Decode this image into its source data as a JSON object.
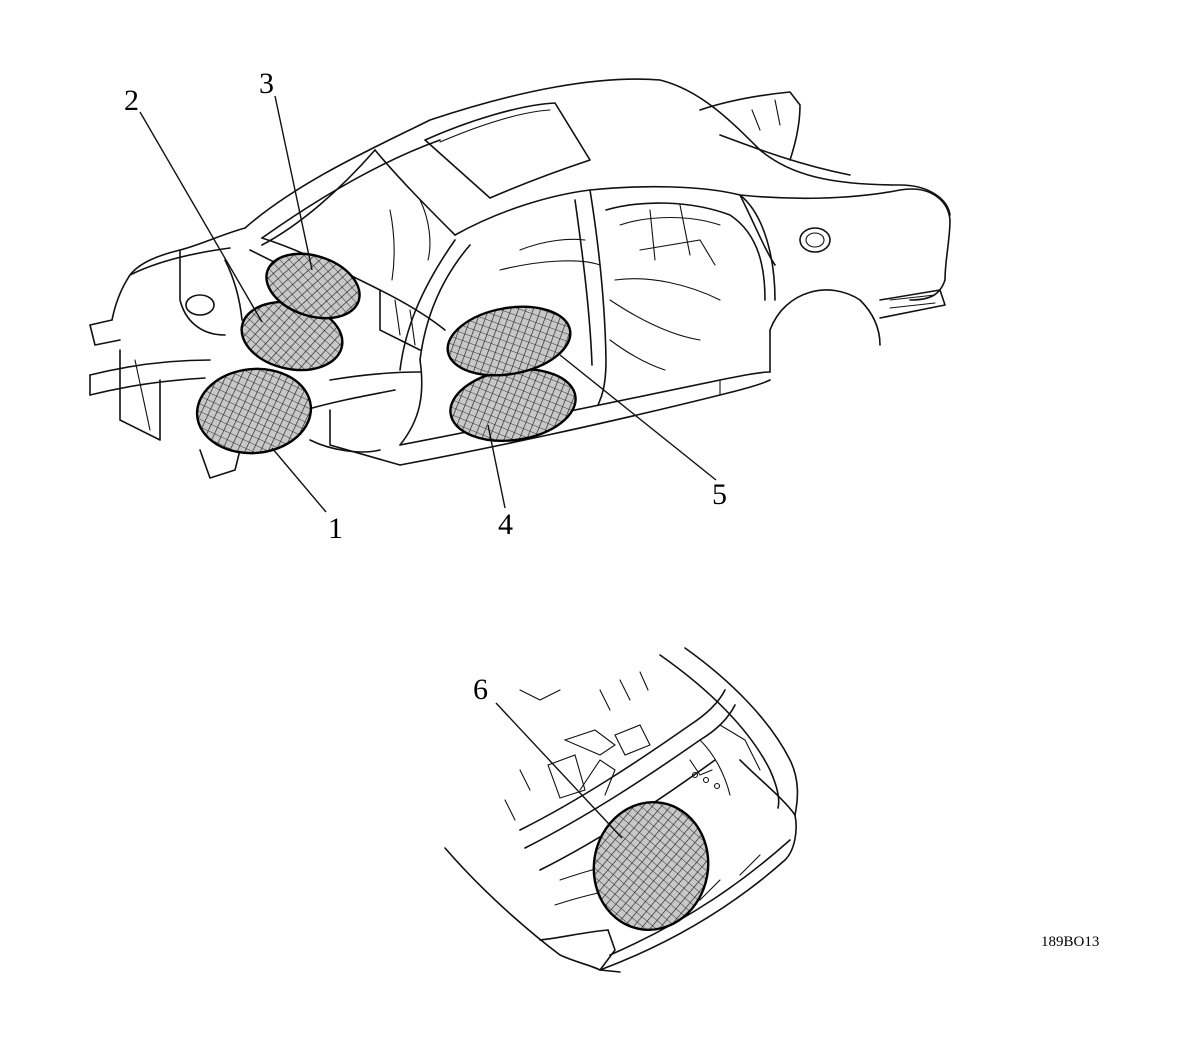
{
  "diagram": {
    "callouts": [
      "1",
      "2",
      "3",
      "4",
      "5",
      "6"
    ],
    "figure_code": "189BO13"
  },
  "colors": {
    "line": "#111111",
    "background": "#ffffff",
    "hatch": "#222222"
  }
}
